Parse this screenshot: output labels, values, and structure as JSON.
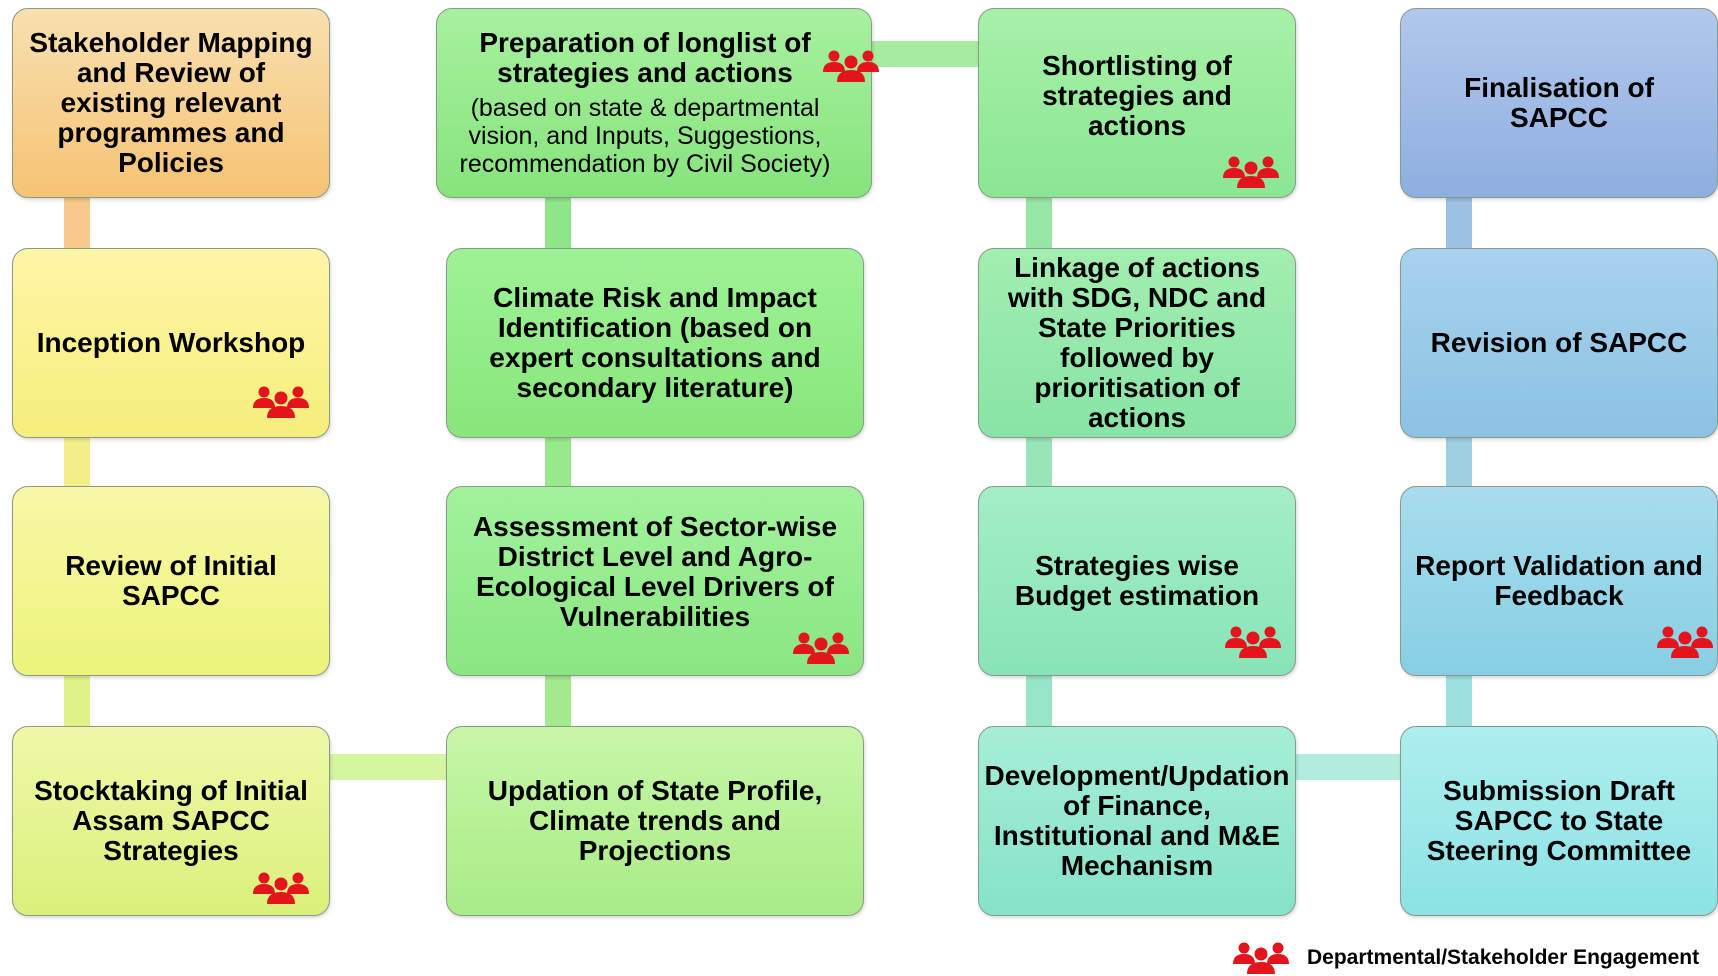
{
  "steps": {
    "c1_r1": "Stakeholder Mapping and Review of existing relevant programmes and Policies",
    "c1_r2": "Inception Workshop",
    "c1_r3": "Review of Initial SAPCC",
    "c1_r4": "Stocktaking of Initial Assam SAPCC Strategies",
    "c2_r1": "Preparation of longlist of strategies and actions",
    "c2_r1_sub": "(based on state & departmental vision, and Inputs, Suggestions, recommendation by Civil Society)",
    "c2_r2": "Climate Risk and Impact Identification (based on expert consultations and secondary literature)",
    "c2_r3": "Assessment of Sector-wise District Level and Agro-Ecological Level Drivers of Vulnerabilities",
    "c2_r4": "Updation of State Profile, Climate trends and Projections",
    "c3_r1": "Shortlisting of strategies and actions",
    "c3_r2": "Linkage of actions with SDG, NDC and State Priorities followed by prioritisation of actions",
    "c3_r3": "Strategies wise Budget estimation",
    "c3_r4": "Development/Updation of Finance, Institutional and M&E Mechanism",
    "c4_r1": "Finalisation of SAPCC",
    "c4_r2": "Revision of SAPCC",
    "c4_r3": "Report Validation and Feedback",
    "c4_r4": "Submission Draft SAPCC to State Steering Committee"
  },
  "legend": {
    "label": "Departmental/Stakeholder Engagement",
    "icon": "people-group-icon"
  },
  "colors": {
    "engagement_icon": "#e3141b"
  }
}
